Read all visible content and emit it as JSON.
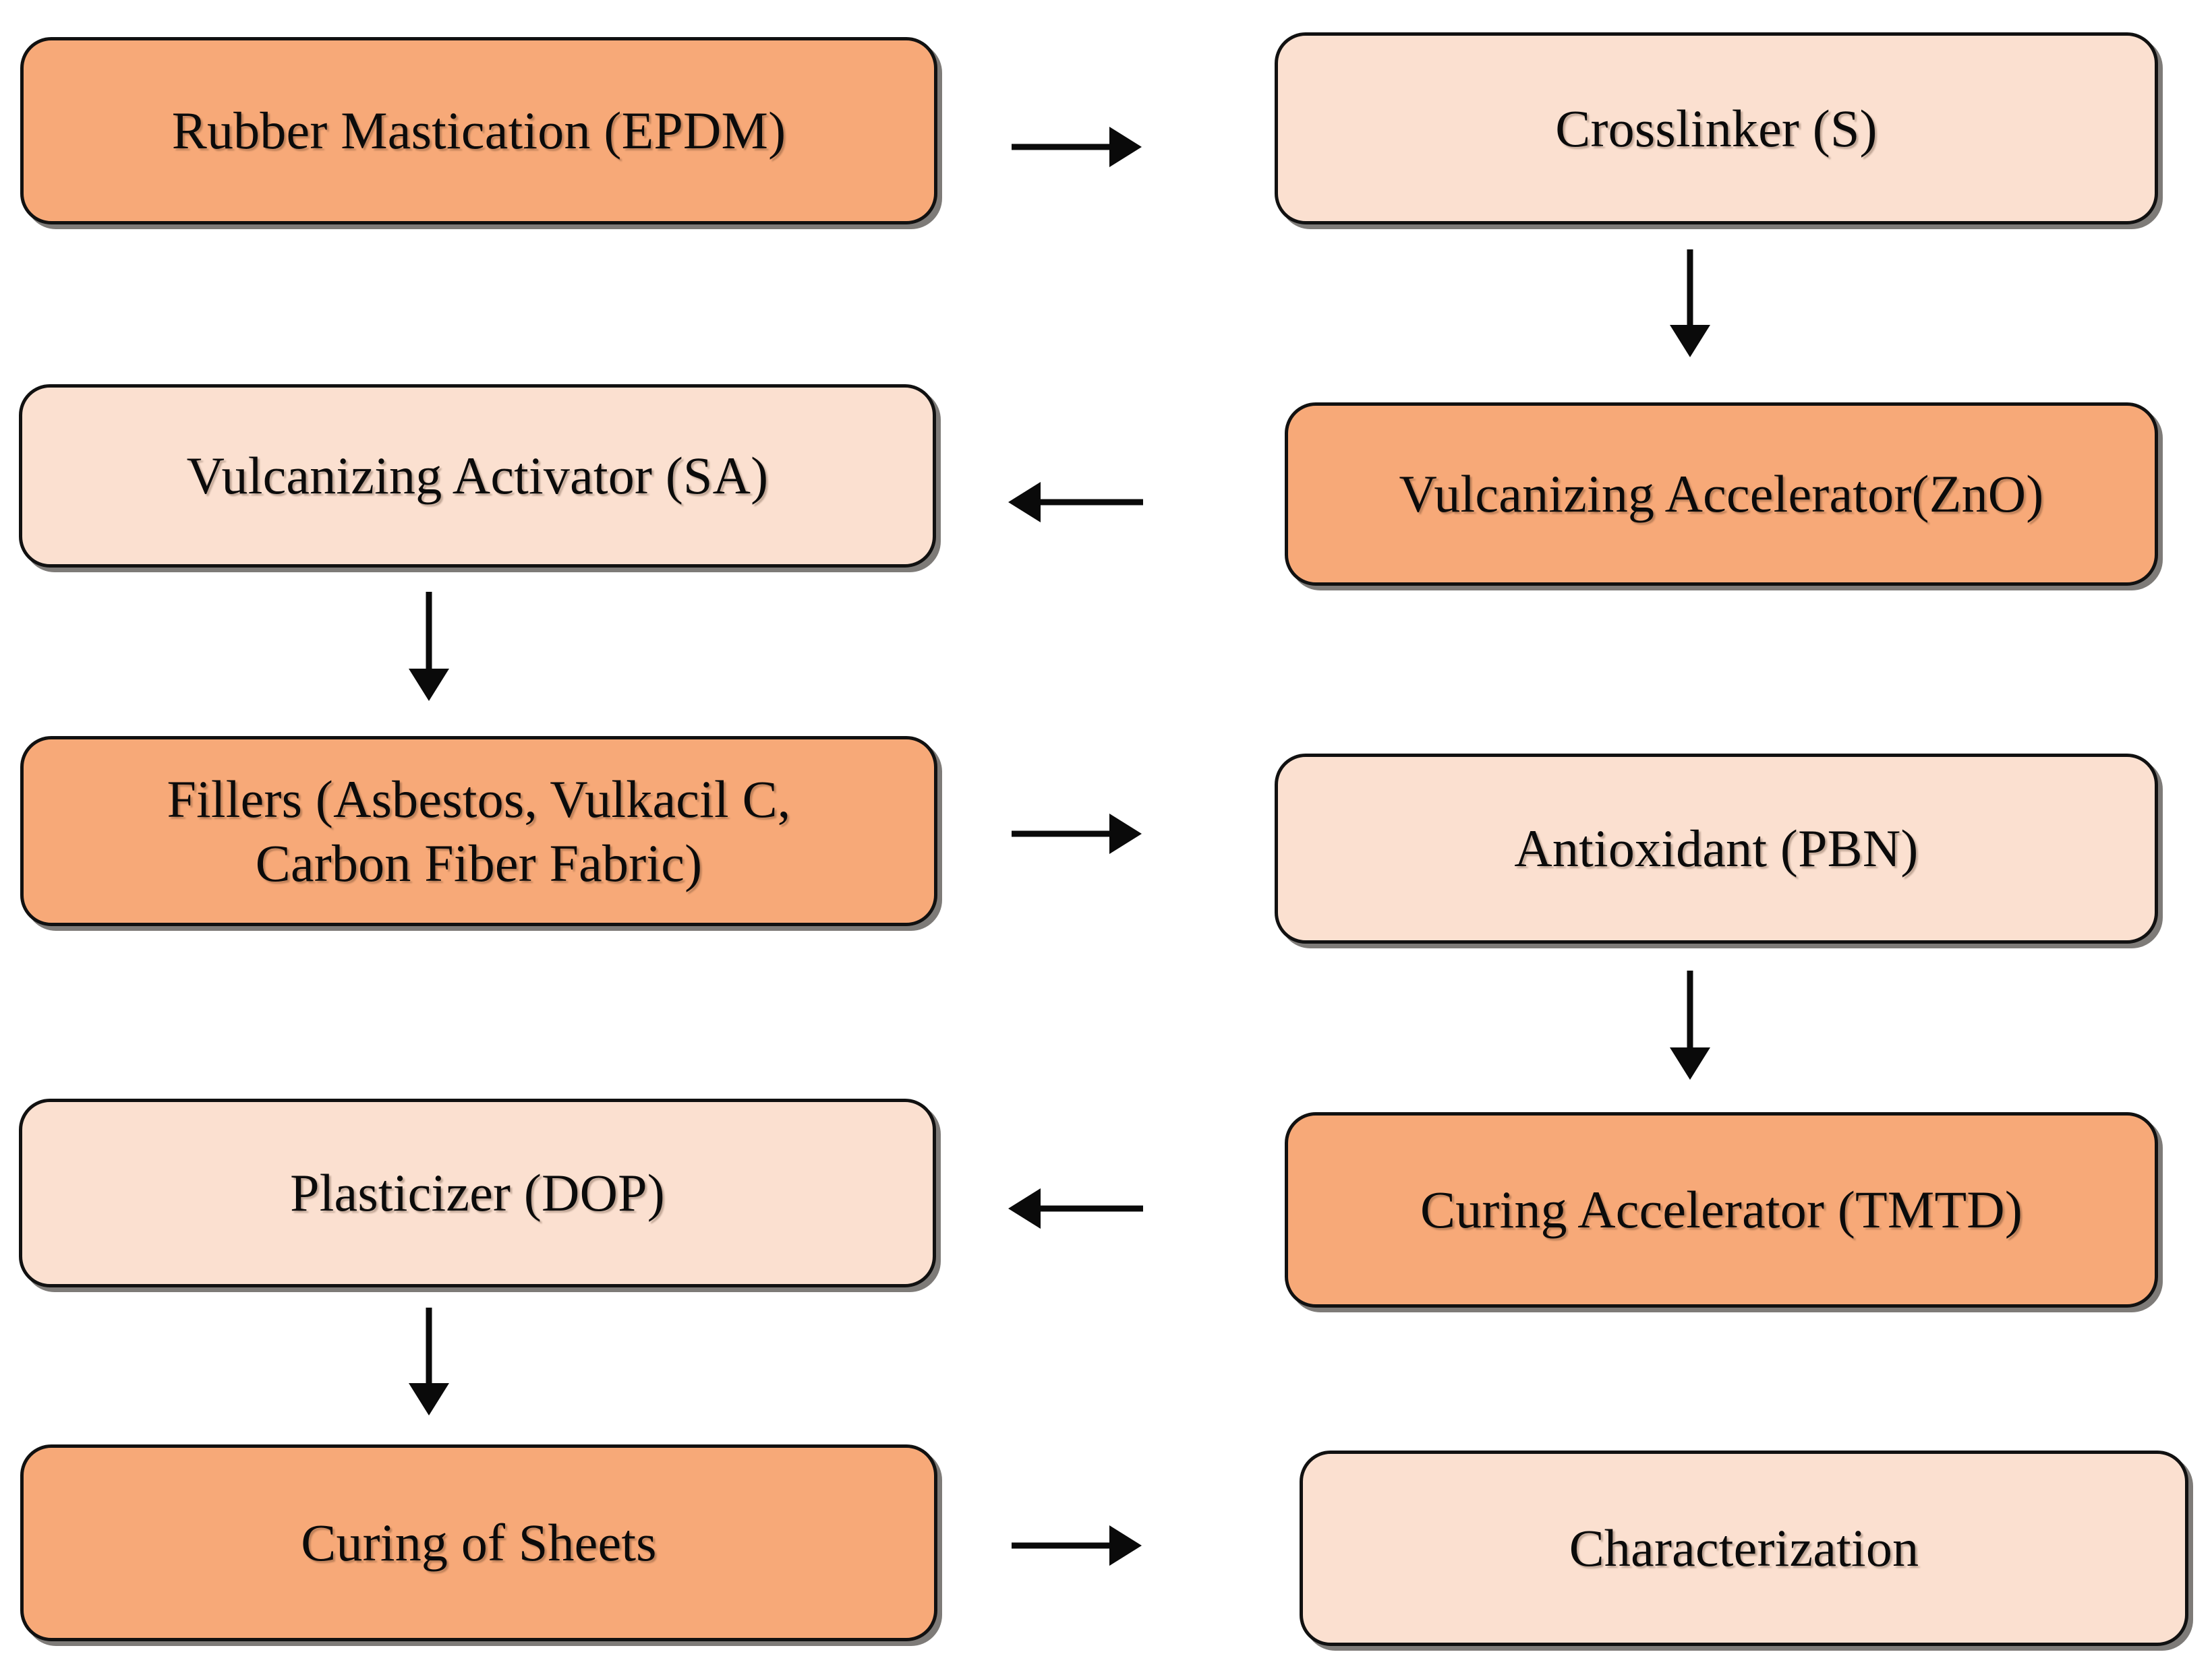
{
  "diagram": {
    "type": "flowchart",
    "title": "",
    "orientation": "two-column-serpentine",
    "colors": {
      "node_fill_dark": "#F7A978",
      "node_fill_light": "#FBE0D0",
      "node_border": "#111111",
      "arrow": "#0A0A0A",
      "background": "#FFFFFF"
    },
    "nodes": [
      {
        "id": "rubber-mastication",
        "label": "Rubber Mastication (EPDM)",
        "line1": "Rubber Mastication (EPDM)",
        "line2": "",
        "fill": "dark",
        "column": "left",
        "row": 1
      },
      {
        "id": "crosslinker",
        "label": "Crosslinker (S)",
        "line1": "Crosslinker (S)",
        "line2": "",
        "fill": "light",
        "column": "right",
        "row": 1
      },
      {
        "id": "vulcanizing-activator",
        "label": "Vulcanizing Activator (SA)",
        "line1": "Vulcanizing Activator (SA)",
        "line2": "",
        "fill": "light",
        "column": "left",
        "row": 2
      },
      {
        "id": "vulcanizing-accelerator",
        "label": "Vulcanizing Accelerator(ZnO)",
        "line1": "Vulcanizing Accelerator(ZnO)",
        "line2": "",
        "fill": "dark",
        "column": "right",
        "row": 2
      },
      {
        "id": "fillers",
        "label": "Fillers (Asbestos, Vulkacil C, Carbon Fiber Fabric)",
        "line1": "Fillers (Asbestos, Vulkacil C,",
        "line2": "Carbon Fiber Fabric)",
        "fill": "dark",
        "column": "left",
        "row": 3
      },
      {
        "id": "antioxidant",
        "label": "Antioxidant (PBN)",
        "line1": "Antioxidant (PBN)",
        "line2": "",
        "fill": "light",
        "column": "right",
        "row": 3
      },
      {
        "id": "plasticizer",
        "label": "Plasticizer (DOP)",
        "line1": "Plasticizer (DOP)",
        "line2": "",
        "fill": "light",
        "column": "left",
        "row": 4
      },
      {
        "id": "curing-accelerator",
        "label": "Curing Accelerator (TMTD)",
        "line1": "Curing Accelerator (TMTD)",
        "line2": "",
        "fill": "dark",
        "column": "right",
        "row": 4
      },
      {
        "id": "curing-of-sheets",
        "label": "Curing of Sheets",
        "line1": "Curing of Sheets",
        "line2": "",
        "fill": "dark",
        "column": "left",
        "row": 5
      },
      {
        "id": "characterization",
        "label": "Characterization",
        "line1": "Characterization",
        "line2": "",
        "fill": "light",
        "column": "right",
        "row": 5
      }
    ],
    "edges": [
      {
        "id": "e1",
        "from": "rubber-mastication",
        "to": "crosslinker",
        "direction": "right"
      },
      {
        "id": "e2",
        "from": "crosslinker",
        "to": "vulcanizing-accelerator",
        "direction": "down"
      },
      {
        "id": "e3",
        "from": "vulcanizing-accelerator",
        "to": "vulcanizing-activator",
        "direction": "left"
      },
      {
        "id": "e4",
        "from": "vulcanizing-activator",
        "to": "fillers",
        "direction": "down"
      },
      {
        "id": "e5",
        "from": "fillers",
        "to": "antioxidant",
        "direction": "right"
      },
      {
        "id": "e6",
        "from": "antioxidant",
        "to": "curing-accelerator",
        "direction": "down"
      },
      {
        "id": "e7",
        "from": "curing-accelerator",
        "to": "plasticizer",
        "direction": "left"
      },
      {
        "id": "e8",
        "from": "plasticizer",
        "to": "curing-of-sheets",
        "direction": "down"
      },
      {
        "id": "e9",
        "from": "curing-of-sheets",
        "to": "characterization",
        "direction": "right"
      }
    ]
  }
}
